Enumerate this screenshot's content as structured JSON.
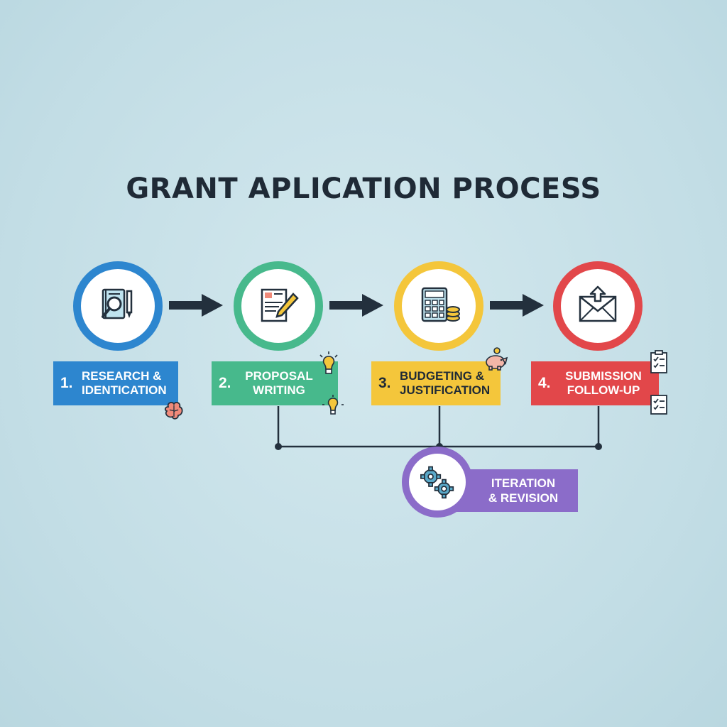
{
  "title": "GRANT APLICATION PROCESS",
  "colors": {
    "step1": "#2d86cf",
    "step2": "#47b98c",
    "step3": "#f4c63b",
    "step4": "#e2474a",
    "iteration": "#8b6cc9",
    "arrows": "#23303d",
    "text_dark": "#1f2a36"
  },
  "steps": [
    {
      "number": "1.",
      "line1": "RESEARCH &",
      "line2": "IDENTICATION",
      "icon": "book-magnifier-icon"
    },
    {
      "number": "2.",
      "line1": "PROPOSAL",
      "line2": "WRITING",
      "icon": "document-pen-icon"
    },
    {
      "number": "3.",
      "line1": "BUDGETING &",
      "line2": "JUSTIFICATION",
      "icon": "calculator-coins-icon"
    },
    {
      "number": "4.",
      "line1": "SUBMISSION",
      "line2": "FOLLOW-UP",
      "icon": "envelope-icon"
    }
  ],
  "iteration": {
    "line1": "ITERATION",
    "line2": "& REVISION",
    "icon": "gears-icon"
  },
  "decorations": [
    "brain-icon",
    "lightbulb-icon",
    "lightbulb-icon",
    "piggy-bank-icon",
    "checklist-icon",
    "checklist-icon"
  ]
}
